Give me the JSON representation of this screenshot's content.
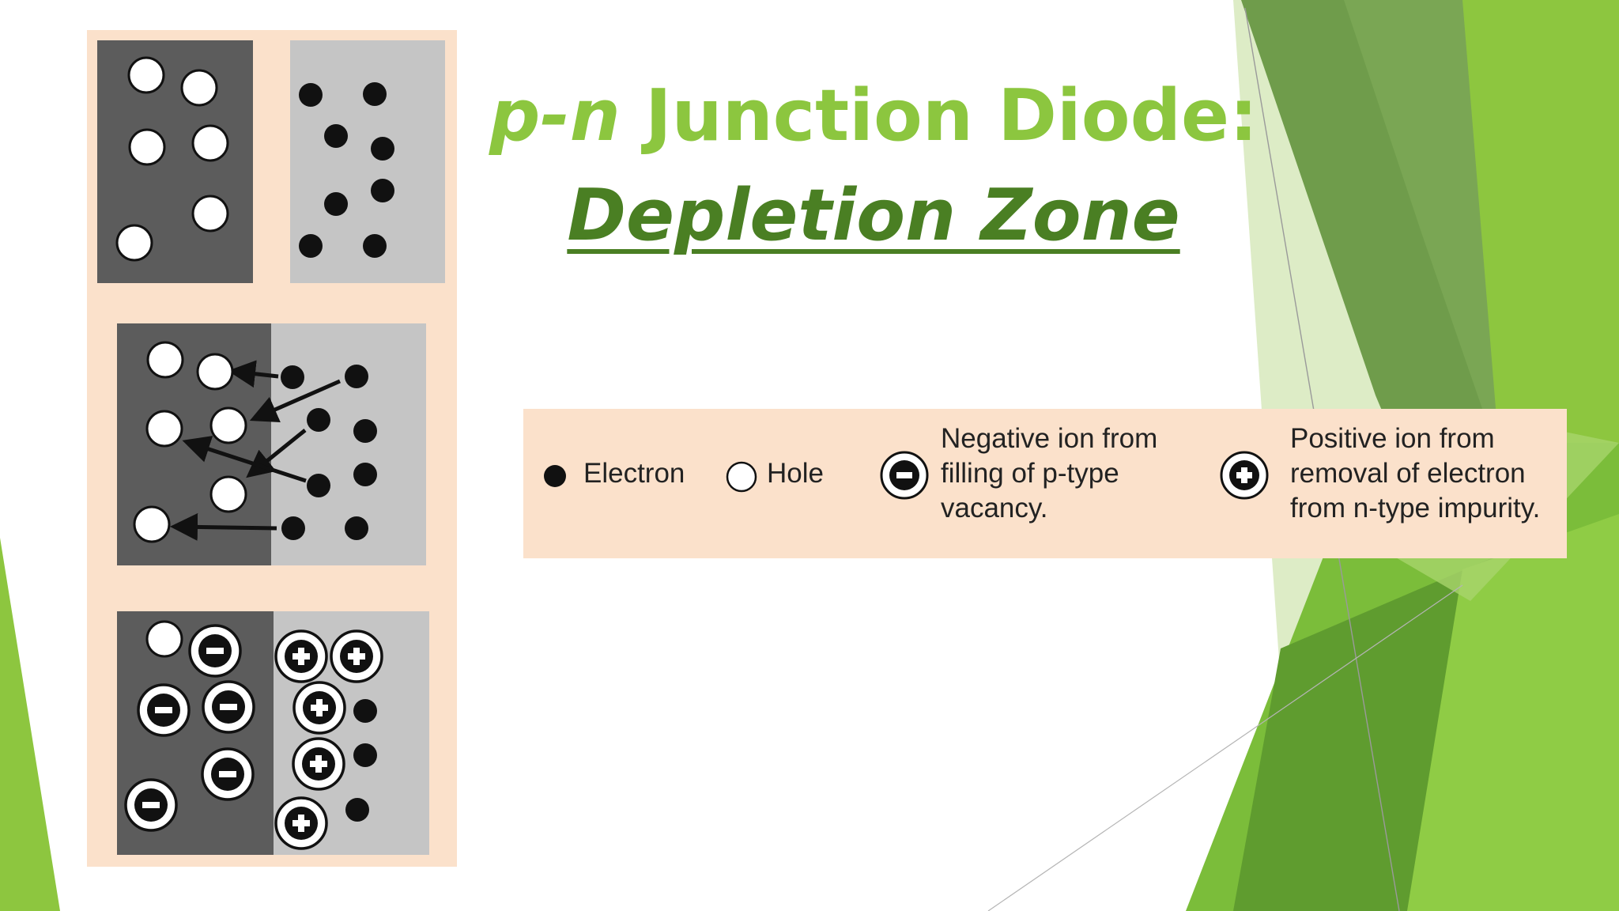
{
  "slide": {
    "title_emph": "p-n",
    "title_rest": " Junction Diode:",
    "subtitle": "Depletion Zone"
  },
  "legend": {
    "electron": "Electron",
    "hole": "Hole",
    "negative_ion": [
      "Negative ion from",
      "filling of p-type",
      "vacancy."
    ],
    "positive_ion": [
      "Positive ion from",
      "removal of electron",
      "from n-type impurity."
    ]
  },
  "colors": {
    "title_green": "#8cc63f",
    "subtitle_green": "#4a7f23",
    "p_region": "#5c5c5c",
    "n_region": "#c5c5c5",
    "diagram_bg": "#fbe1cb"
  },
  "icons": {
    "electron": "black-dot-icon",
    "hole": "open-circle-icon",
    "negative_ion": "minus-circle-icon",
    "positive_ion": "plus-circle-icon"
  }
}
